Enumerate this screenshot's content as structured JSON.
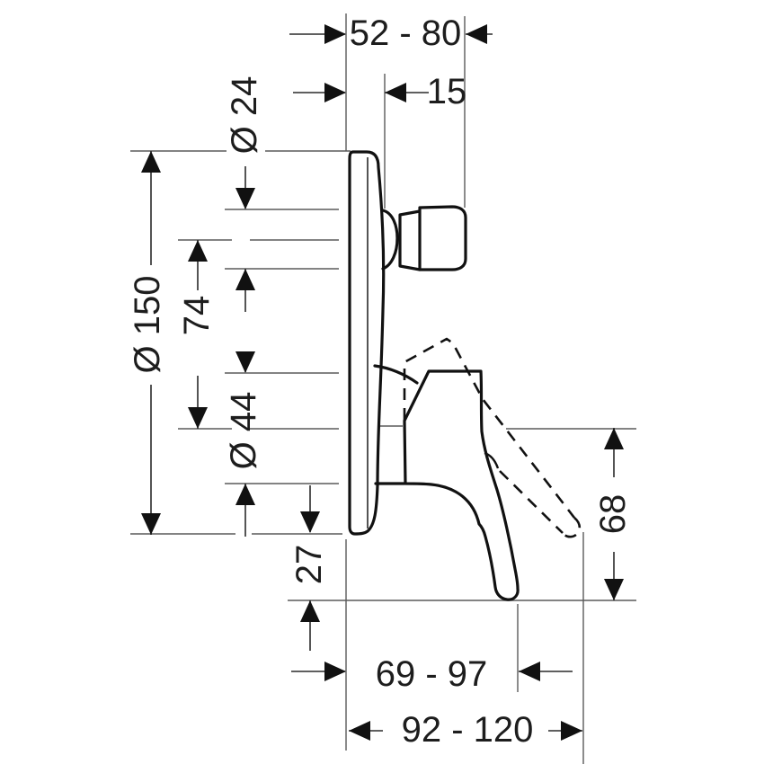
{
  "drawing": {
    "background": "#ffffff",
    "line_color": "#111111",
    "thin_line_color": "#5a5a5a",
    "type": "technical-dimension-drawing",
    "subject": "concealed single-lever bath mixer, side view",
    "dimensions": {
      "wall_to_knob_face": "52 - 80",
      "plate_depth": "15",
      "knob_diameter": "Ø 24",
      "plate_diameter": "Ø 150",
      "knob_to_lever_axis": "74",
      "lever_base_diameter": "Ø 44",
      "plate_edge_to_lever_tip": "27",
      "lever_travel": "68",
      "reach_lever_down": "69 - 97",
      "reach_lever_up": "92 - 120"
    }
  }
}
